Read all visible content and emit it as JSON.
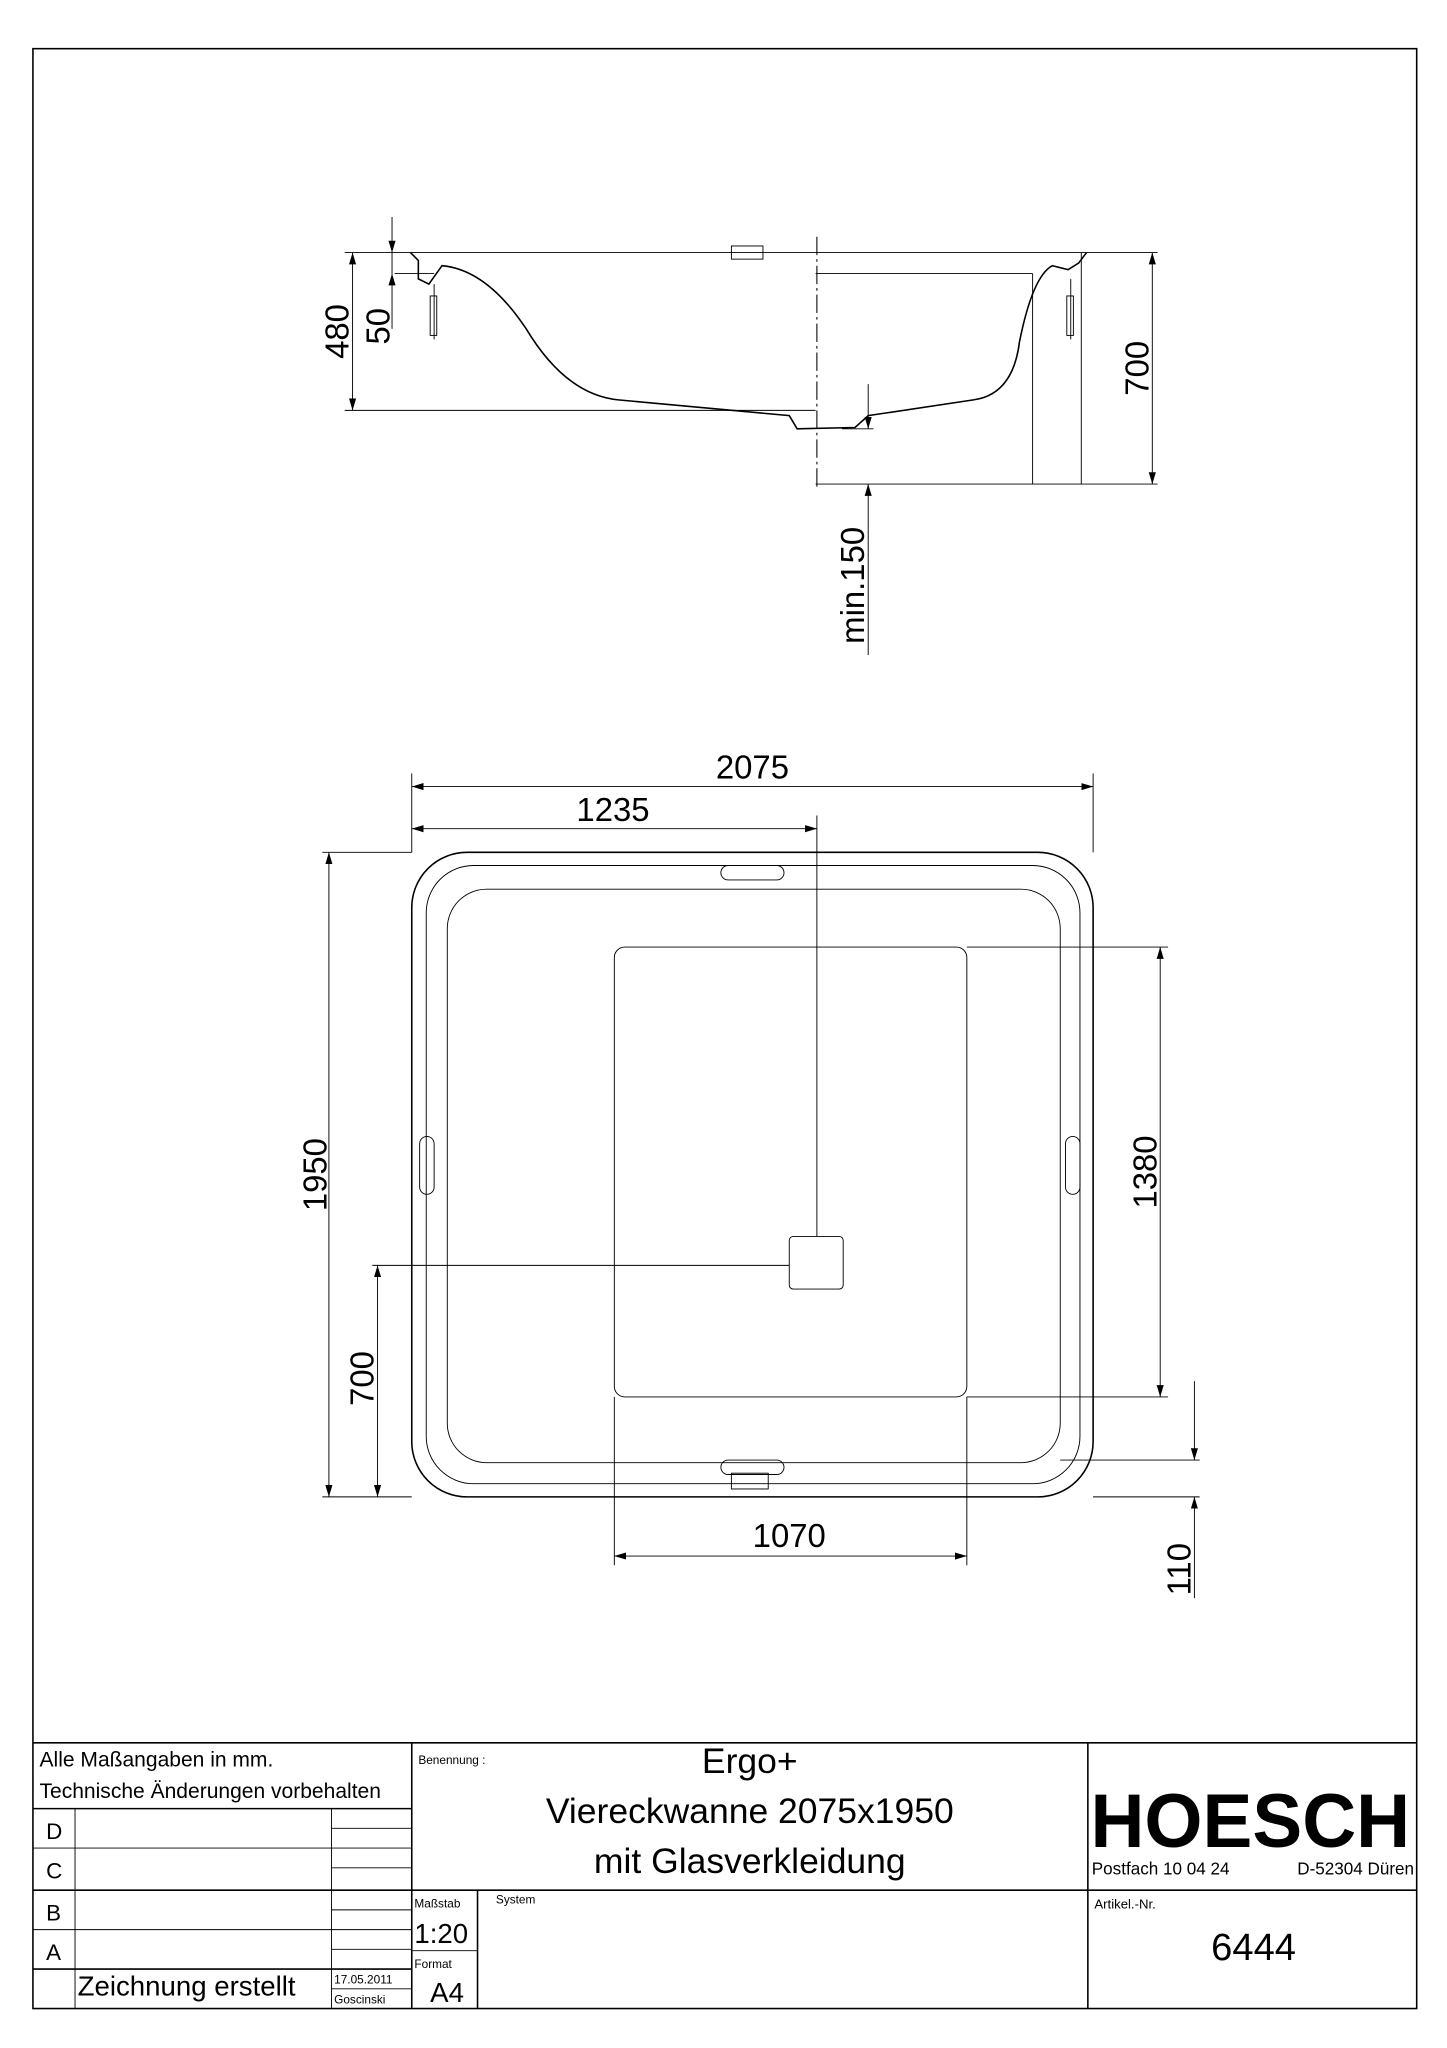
{
  "section_view": {
    "dims": {
      "d480": "480",
      "d50": "50",
      "d700": "700",
      "min150": "min.150"
    }
  },
  "plan_view": {
    "dims": {
      "d2075": "2075",
      "d1235": "1235",
      "d1950": "1950",
      "d700": "700",
      "d1380": "1380",
      "d1070": "1070",
      "d110": "110"
    }
  },
  "title_block": {
    "notes": [
      "Alle Maßangaben in mm.",
      "Technische Änderungen vorbehalten"
    ],
    "revisions": [
      "D",
      "C",
      "B",
      "A"
    ],
    "created_label": "Zeichnung erstellt",
    "created_date": "17.05.2011",
    "created_by": "Goscinski",
    "benennung_label": "Benennung :",
    "title_lines": [
      "Ergo+",
      "Viereckwanne 2075x1950",
      "mit Glasverkleidung"
    ],
    "scale_label": "Maßstab",
    "scale": "1:20",
    "format_label": "Format",
    "format": "A4",
    "system_label": "System",
    "company": "HOESCH",
    "address": "Postfach 10 04 24",
    "city": "D-52304 Düren",
    "article_label": "Artikel.-Nr.",
    "article_no": "6444"
  }
}
